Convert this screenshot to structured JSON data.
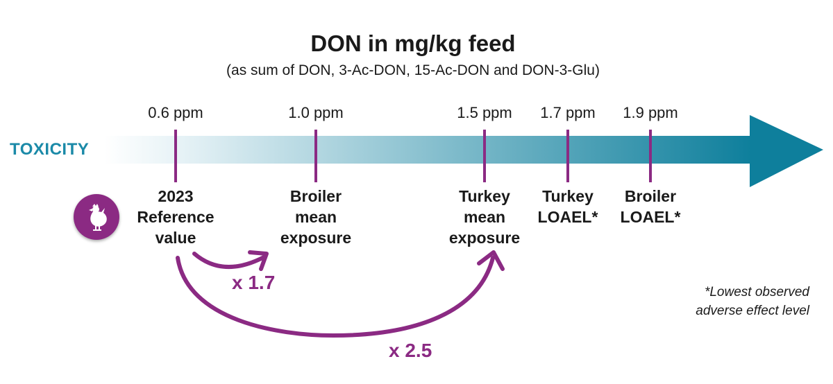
{
  "title": "DON in mg/kg feed",
  "subtitle": "(as sum of DON, 3-Ac-DON, 15-Ac-DON and DON-3-Glu)",
  "axis_label": "TOXICITY",
  "colors": {
    "arrow_start": "#ffffff",
    "arrow_end": "#0e7f9c",
    "marker": "#8b2a83",
    "axis_label": "#1b8aa8"
  },
  "markers": [
    {
      "value_label": "0.6 ppm",
      "value": 0.6,
      "label_lines": [
        "2023",
        "Reference",
        "value"
      ]
    },
    {
      "value_label": "1.0 ppm",
      "value": 1.0,
      "label_lines": [
        "Broiler",
        "mean",
        "exposure"
      ]
    },
    {
      "value_label": "1.5 ppm",
      "value": 1.5,
      "label_lines": [
        "Turkey",
        "mean",
        "exposure"
      ]
    },
    {
      "value_label": "1.7 ppm",
      "value": 1.7,
      "label_lines": [
        "Turkey",
        "LOAEL*"
      ]
    },
    {
      "value_label": "1.9 ppm",
      "value": 1.9,
      "label_lines": [
        "Broiler",
        "LOAEL*"
      ]
    }
  ],
  "multipliers": [
    {
      "label": "x 1.7",
      "from": "2023 Reference value",
      "to": "Broiler mean exposure"
    },
    {
      "label": "x 2.5",
      "from": "2023 Reference value",
      "to": "Turkey mean exposure"
    }
  ],
  "footnote_lines": [
    "*Lowest observed",
    "adverse effect level"
  ],
  "icon": "chicken-icon"
}
